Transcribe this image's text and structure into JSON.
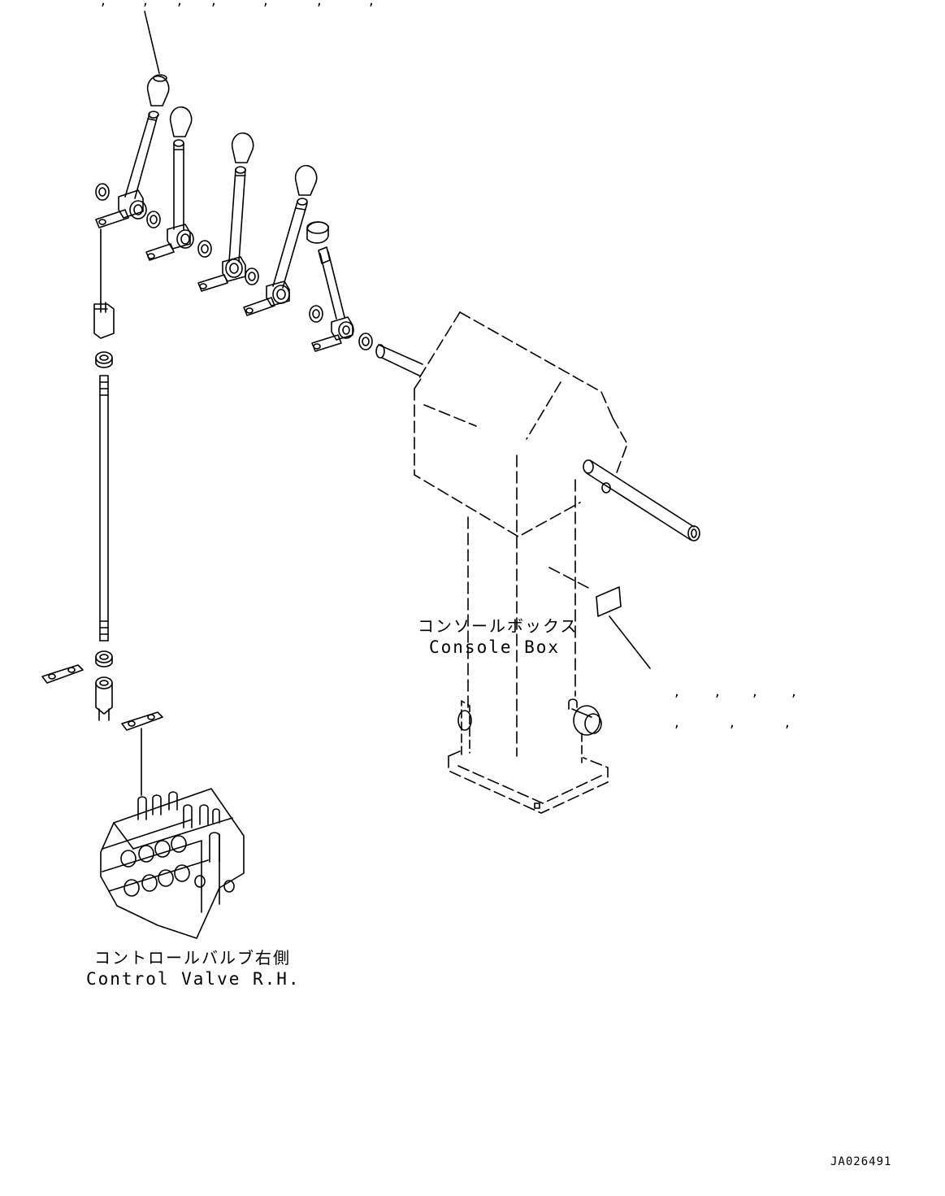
{
  "labels": {
    "console_box_ja": "コンソールボックス",
    "console_box_en": "Console Box",
    "control_valve_ja": "コントロールバルブ右側",
    "control_valve_en": "Control Valve R.H.",
    "drawing_code": "JA026491"
  },
  "marks": {
    "comma": ","
  },
  "colors": {
    "line": "#000000",
    "background": "#ffffff"
  }
}
